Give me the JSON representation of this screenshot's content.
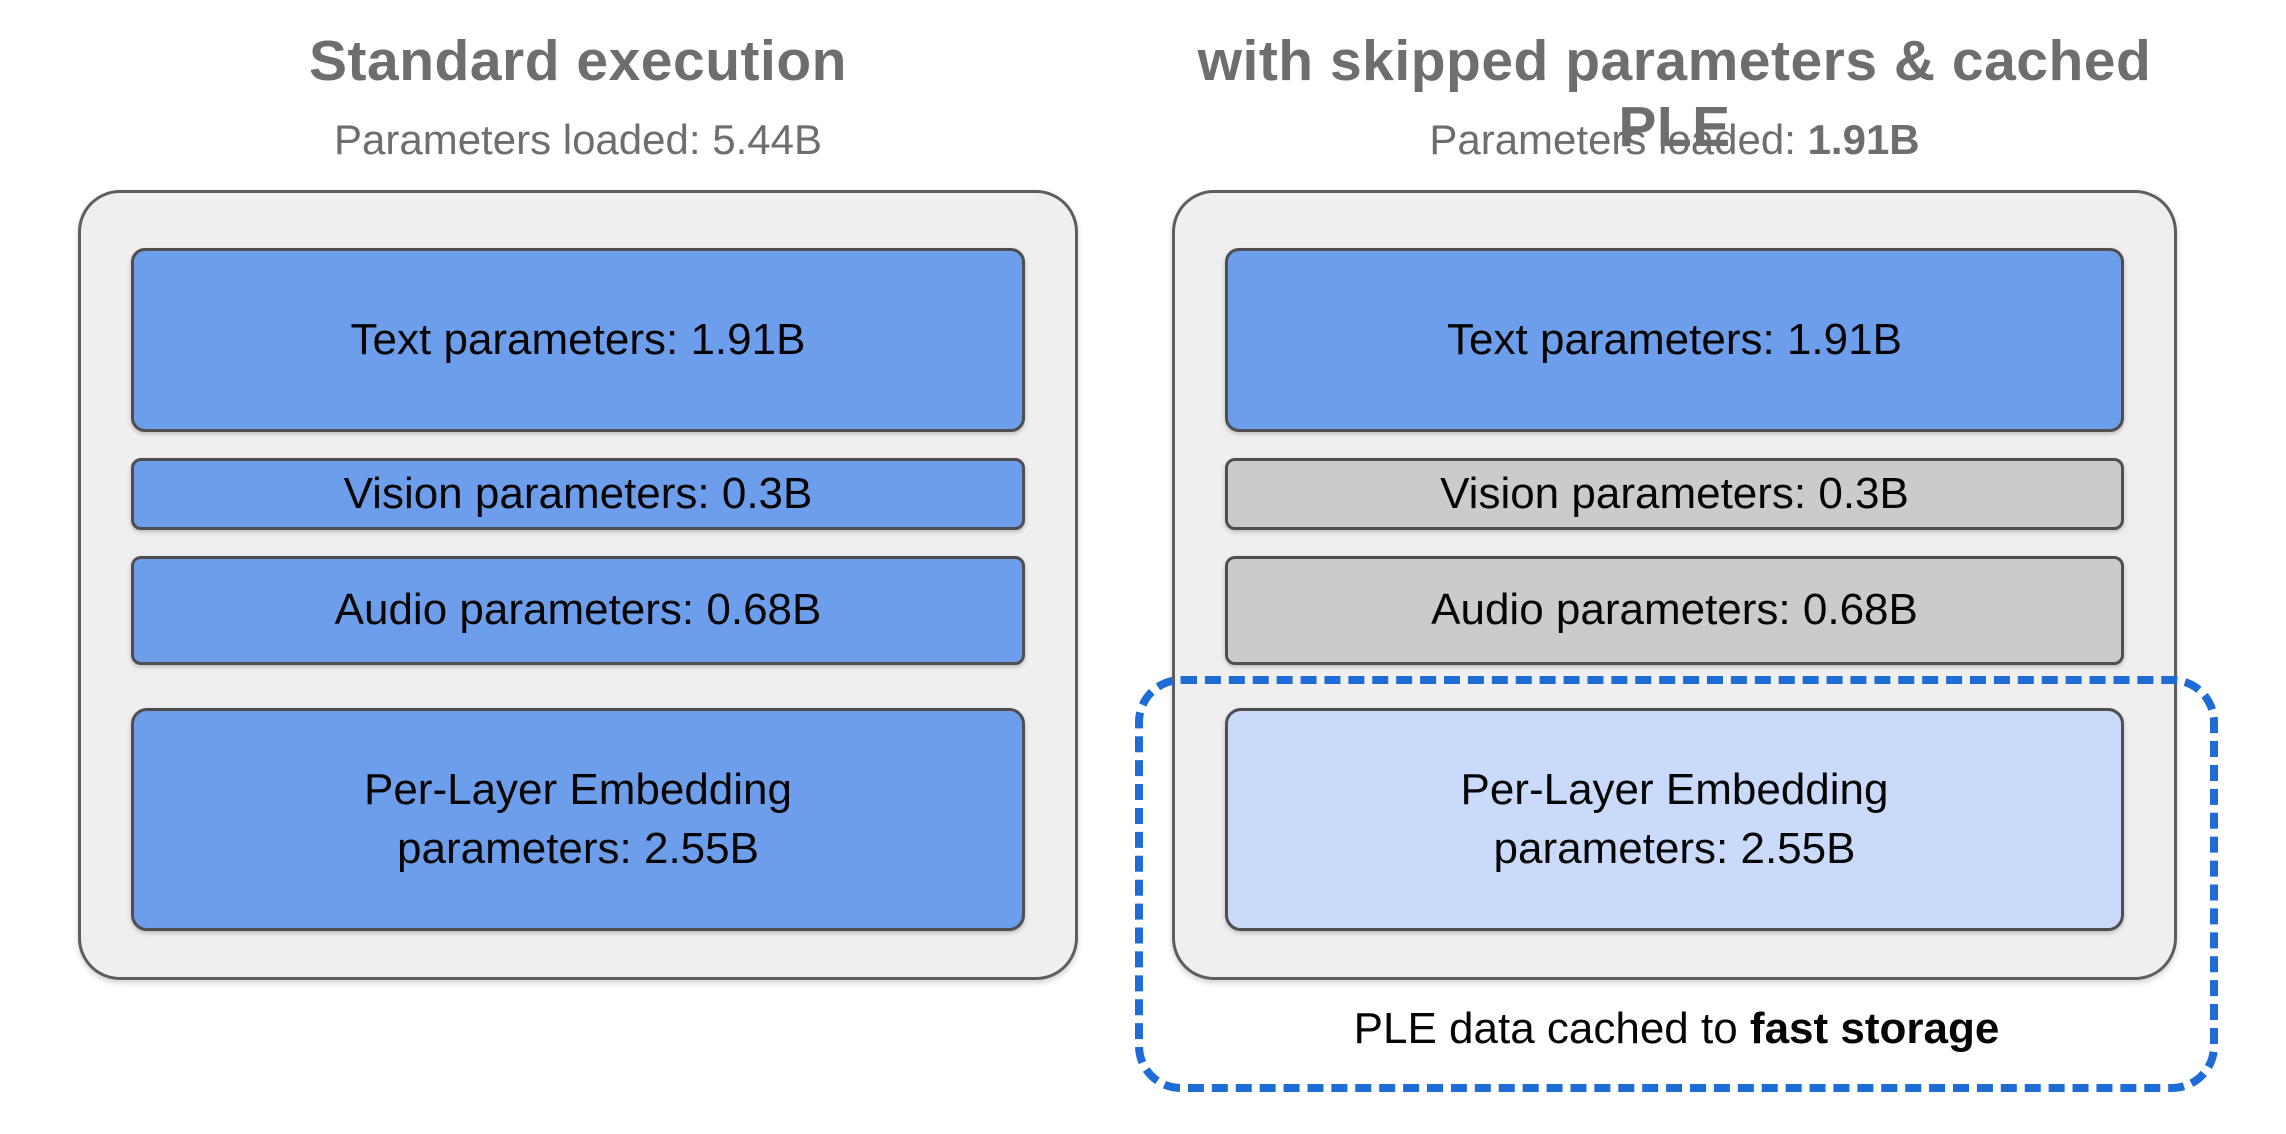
{
  "colors": {
    "title_gray": "#6e6e6e",
    "container_fill": "#efefef",
    "container_border": "#5e5e5e",
    "box_border": "#4f4f4f",
    "box_blue": "#6d9eeb",
    "box_gray": "#cbcbcb",
    "box_light_blue": "#c9dafb",
    "dashed_outline_blue": "#1e6cd5",
    "body_text_black": "#050505"
  },
  "panels": [
    {
      "title": "Standard execution",
      "subtitle_prefix": "Parameters loaded: ",
      "subtitle_value": "5.44B",
      "boxes": [
        {
          "label": "Text parameters: 1.91B"
        },
        {
          "label": "Vision parameters: 0.3B"
        },
        {
          "label": "Audio parameters: 0.68B"
        },
        {
          "label": "Per-Layer Embedding\nparameters: 2.55B"
        }
      ]
    },
    {
      "title": "with skipped parameters & cached PLE",
      "subtitle_prefix": "Parameters loaded: ",
      "subtitle_value": "1.91B",
      "boxes": [
        {
          "label": "Text parameters: 1.91B"
        },
        {
          "label": "Vision parameters: 0.3B"
        },
        {
          "label": "Audio parameters: 0.68B"
        },
        {
          "label": "Per-Layer Embedding\nparameters: 2.55B"
        }
      ]
    }
  ],
  "ple_cache_note": {
    "prefix": "PLE data cached to ",
    "bold": "fast storage"
  }
}
